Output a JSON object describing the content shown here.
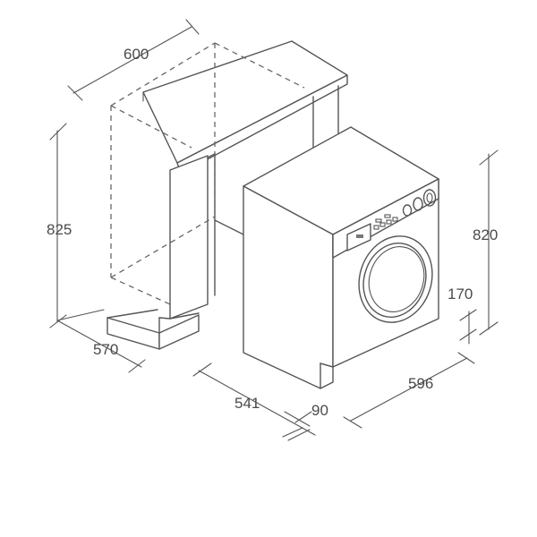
{
  "dimensions": {
    "cabinet_width": "600",
    "cabinet_height": "825",
    "cabinet_depth": "570",
    "machine_depth": "541",
    "door_protrusion": "90",
    "machine_width": "596",
    "machine_height": "820",
    "plinth_height": "170"
  },
  "colors": {
    "line": "#555555",
    "text": "#4a4a4a",
    "background": "#ffffff"
  }
}
